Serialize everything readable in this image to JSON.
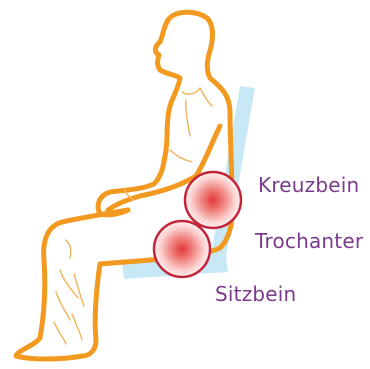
{
  "diagram": {
    "labels": {
      "kreuzbein": "Kreuzbein",
      "trochanter": "Trochanter",
      "sitzbein": "Sitzbein"
    },
    "colors": {
      "outline": "#f29a1f",
      "inner_lines": "#f0b35a",
      "chair": "#c9e8f5",
      "marker_ring": "#c0273a",
      "marker_core": "#e24343",
      "marker_edge": "#ffe9e9",
      "label": "#7a3b8c"
    },
    "markers": [
      "kreuzbein-marker",
      "trochanter-marker"
    ]
  }
}
